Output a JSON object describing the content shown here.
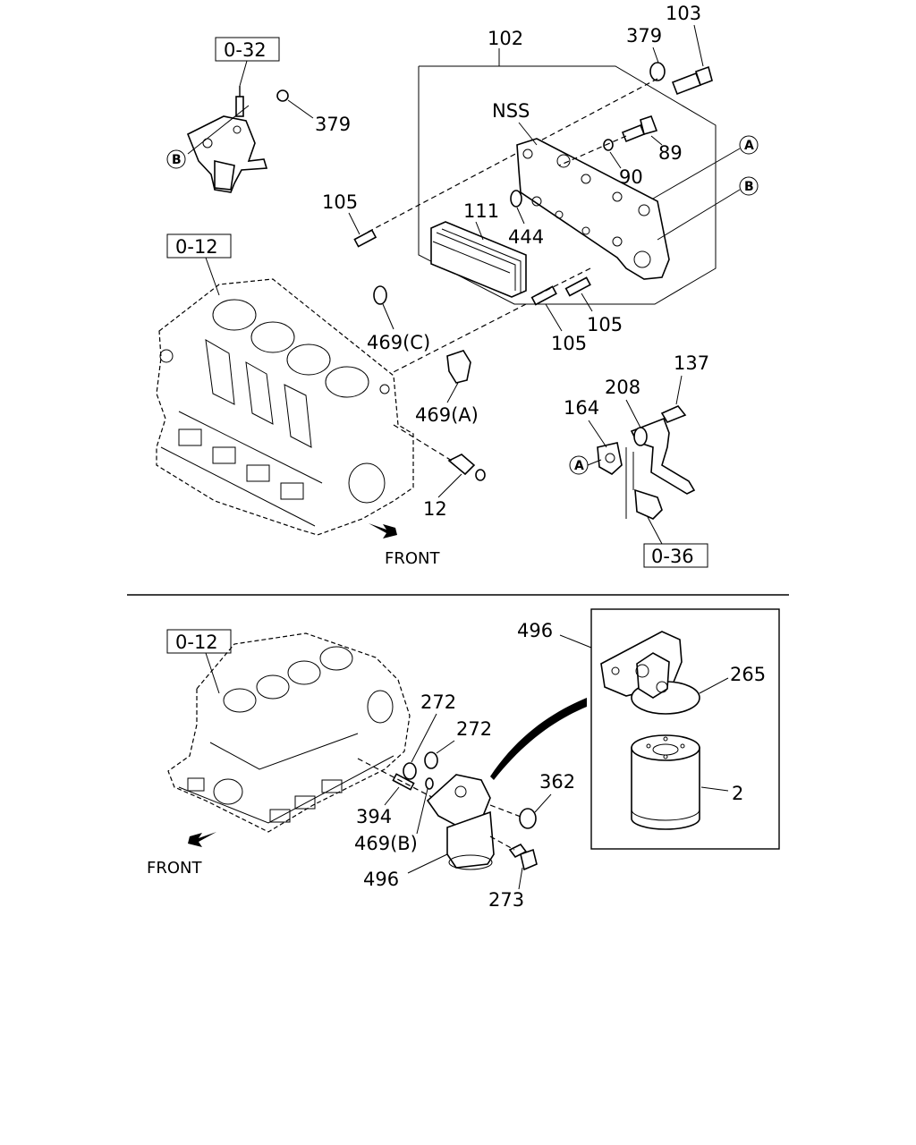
{
  "upper": {
    "refs": {
      "r0_32": "0-32",
      "r0_12": "0-12",
      "r0_36": "0-36"
    },
    "callouts": {
      "p103": "103",
      "p102": "102",
      "p379a": "379",
      "p379b": "379",
      "nss": "NSS",
      "p89": "89",
      "p90": "90",
      "p444": "444",
      "p111": "111",
      "p105a": "105",
      "p105b": "105",
      "p105c": "105",
      "p469c": "469(C)",
      "p469a": "469(A)",
      "p12": "12",
      "p137": "137",
      "p208": "208",
      "p164": "164"
    },
    "markers": {
      "a1": "A",
      "a2": "A",
      "b1": "B",
      "b2": "B"
    },
    "front": "FRONT"
  },
  "lower": {
    "refs": {
      "r0_12": "0-12"
    },
    "callouts": {
      "p496a": "496",
      "p265": "265",
      "p2": "2",
      "p272a": "272",
      "p272b": "272",
      "p362": "362",
      "p394": "394",
      "p469b": "469(B)",
      "p496b": "496",
      "p273": "273"
    },
    "front": "FRONT"
  },
  "icons": [
    "front-arrow-icon",
    "circle-marker-a",
    "circle-marker-b"
  ]
}
